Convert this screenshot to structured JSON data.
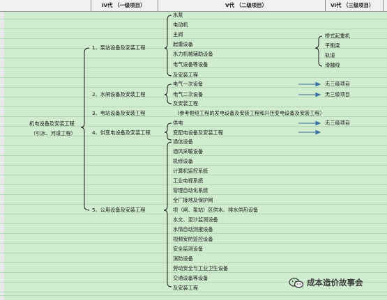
{
  "headers": {
    "level4": "Ⅳ代 （一级项目）",
    "level5": "Ⅴ代 （二级项目）",
    "level6": "Ⅵ代 （三级项目）"
  },
  "root": {
    "line1": "机电设备及安装工程",
    "line2": "（引水、河道工程）"
  },
  "level1": [
    "1、泵站设备及安装工程",
    "2、水闸设备及安装工程",
    "3、电站设备及安装工程",
    "4、供变电设备及安装工程",
    "5、公用设备及安装工程"
  ],
  "pump_items": [
    "水泵",
    "电动机",
    "主阀",
    "起重设备",
    "水力机械辅助设备",
    "电气设备等设备",
    "及安装工程"
  ],
  "lifting_sub": [
    "桥式起重机",
    "平衡梁",
    "轨道",
    "滑触线"
  ],
  "sluice_items": [
    "电气一次设备",
    "电气二次设备",
    "及安装工程"
  ],
  "station_note": "（参考枢纽工程的发电设备及安装工程和升压变电设备及安装工程）",
  "supply_items": [
    "供电",
    "变配电设备及安装工程"
  ],
  "public_items": [
    "通信设备",
    "通风采暖设备",
    "机修设备",
    "计算机监控系统",
    "工业电视系统",
    "管理自动化系统",
    "全厂接地及保护网",
    "坝（闸、泵站）区供水、排水供热设备",
    "水文、泥沙监测设备",
    "水情自动测报设备",
    "视频安防监控设备",
    "安全监测设备",
    "消防设备",
    "劳动安全与工业卫生设备",
    "交通设备等设备",
    "及安装工程"
  ],
  "no_level3": "无三级项目",
  "watermark": "成本造价故事会",
  "colors": {
    "line": "#1a1a1a",
    "arrow": "#3d6fa3",
    "grid": "#b5d8b5",
    "sheet": "#cfeccf"
  }
}
